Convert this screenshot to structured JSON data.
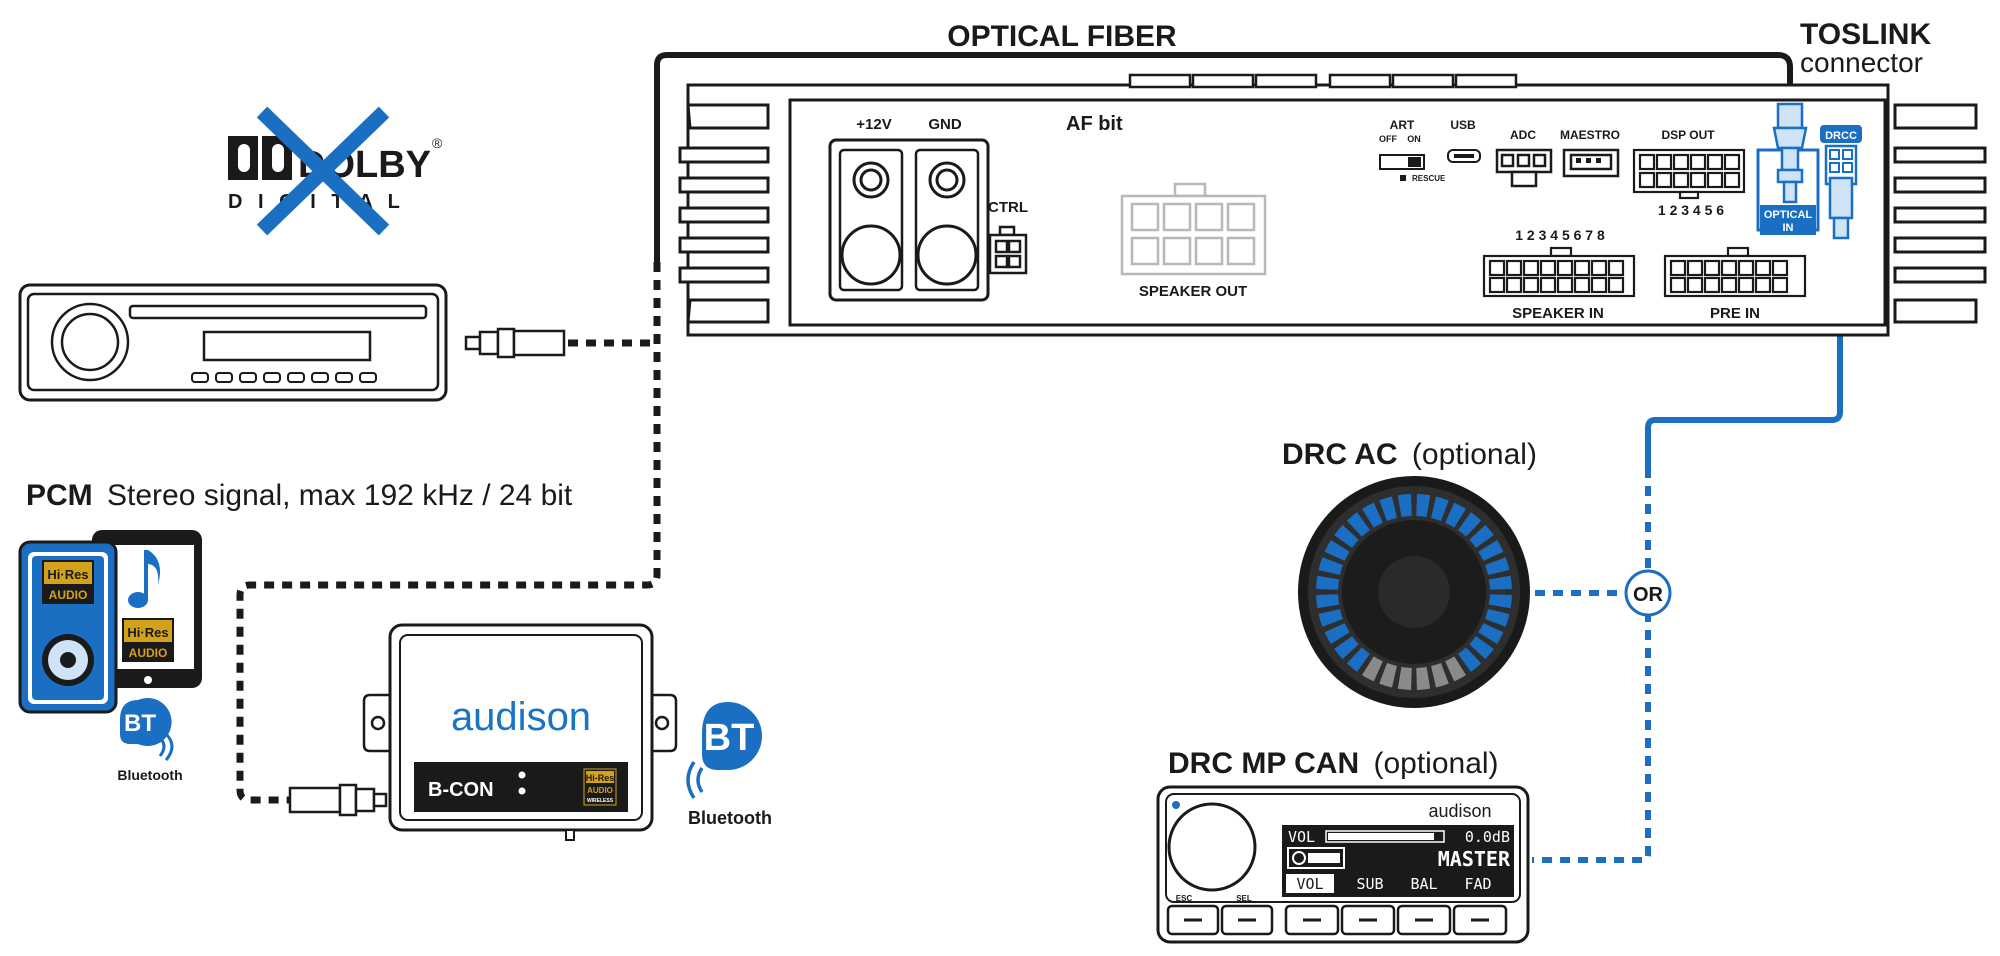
{
  "colors": {
    "ink": "#1a1a1a",
    "blue": "#1b6fc2",
    "audison_blue": "#1a74c4",
    "gold": "#d4a21a",
    "knob_dark": "#2a2a2a",
    "connector_blue": "#cfe3f6"
  },
  "labels": {
    "optical_fiber": "OPTICAL FIBER",
    "toslink_title": "TOSLINK",
    "toslink_sub": "connector",
    "pcm_bold": "PCM",
    "pcm_rest": "Stereo signal, max 192 kHz / 24 bit",
    "drc_ac_bold": "DRC AC",
    "drc_ac_rest": "(optional)",
    "drc_mp_bold": "DRC MP CAN",
    "drc_mp_rest": "(optional)",
    "or": "OR"
  },
  "amplifier": {
    "model": "AF bit",
    "plus12v": "+12V",
    "gnd": "GND",
    "ctrl": "CTRL",
    "speaker_out": "SPEAKER OUT",
    "art": "ART",
    "art_off": "OFF",
    "art_on": "ON",
    "rescue": "RESCUE",
    "usb": "USB",
    "adc": "ADC",
    "maestro": "MAESTRO",
    "dsp_out": "DSP OUT",
    "dsp_out_numbers": "1 2 3 4 5 6",
    "speaker_in_numbers": "1 2 3 4 5 6 7 8",
    "speaker_in": "SPEAKER IN",
    "pre_in": "PRE IN",
    "optical_in": [
      "OPTICAL",
      "IN"
    ],
    "drcc": "DRCC"
  },
  "dolby": {
    "word": "DOLBY",
    "sub": "D I G I T A L",
    "registered": "®"
  },
  "bcon": {
    "brand": "audison",
    "model": "B-CON",
    "hires_top": "Hi-Res",
    "hires_bottom": "AUDIO",
    "hires_wireless": "WIRELESS"
  },
  "bluetooth": {
    "bt": "BT",
    "label": "Bluetooth"
  },
  "hires": {
    "top": "Hi·Res",
    "bottom": "AUDIO"
  },
  "drc_mp": {
    "brand": "audison",
    "vol_label": "VOL",
    "vol_value": "0.0dB",
    "mode": "MASTER",
    "menu": [
      "VOL",
      "SUB",
      "BAL",
      "FAD"
    ],
    "esc": "ESC",
    "sel": "SEL"
  }
}
